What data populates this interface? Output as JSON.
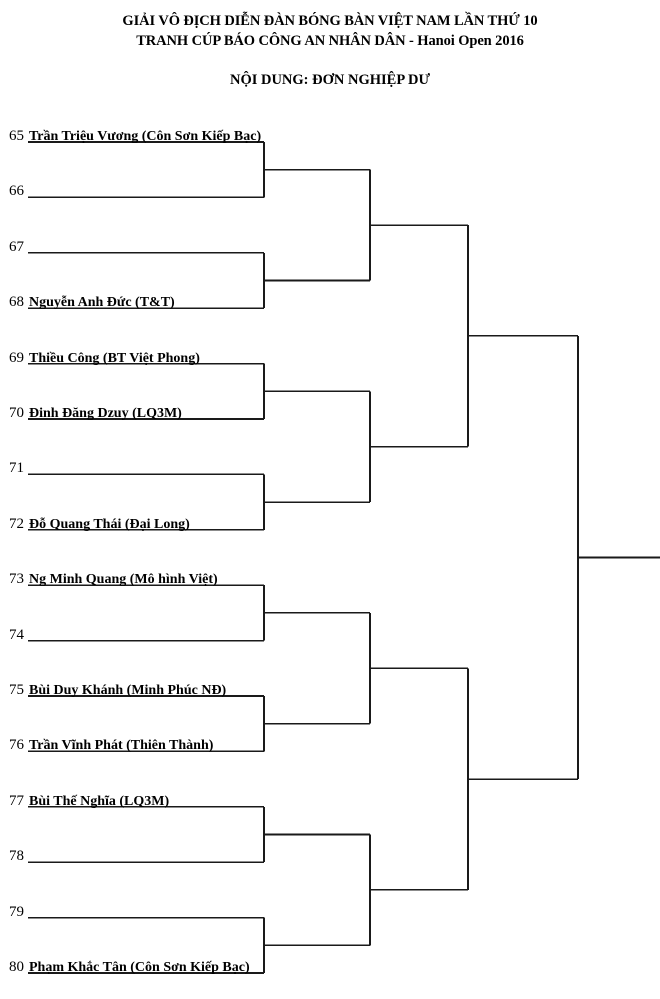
{
  "header": {
    "title_line_1": "GIẢI VÔ ĐỊCH DIỄN ĐÀN BÓNG BÀN VIỆT NAM LẦN THỨ 10",
    "title_line_2": "TRANH CÚP BÁO CÔNG AN NHÂN DÂN - Hanoi Open 2016",
    "subtitle": "NỘI DUNG: ĐƠN NGHIỆP DƯ"
  },
  "bracket": {
    "line_color": "#1a1a1a",
    "seeds": [
      {
        "number": "65",
        "name": "Trần Triệu Vương (Côn Sơn Kiếp Bạc)"
      },
      {
        "number": "66",
        "name": ""
      },
      {
        "number": "67",
        "name": ""
      },
      {
        "number": "68",
        "name": "Nguyễn Anh Đức (T&T)"
      },
      {
        "number": "69",
        "name": "Thiều Công (BT Việt Phong)"
      },
      {
        "number": "70",
        "name": "Đinh Đăng Dzuy (LQ3M)"
      },
      {
        "number": "71",
        "name": ""
      },
      {
        "number": "72",
        "name": "Đỗ Quang Thái (Đại Long)"
      },
      {
        "number": "73",
        "name": "Ng Minh Quang (Mô hình Việt)"
      },
      {
        "number": "74",
        "name": ""
      },
      {
        "number": "75",
        "name": "Bùi Duy Khánh (Minh Phúc NĐ)"
      },
      {
        "number": "76",
        "name": "Trần Vĩnh Phát (Thiên Thành)"
      },
      {
        "number": "77",
        "name": "Bùi Thế Nghĩa (LQ3M)"
      },
      {
        "number": "78",
        "name": ""
      },
      {
        "number": "79",
        "name": ""
      },
      {
        "number": "80",
        "name": "Phạm Khắc Tân (Côn Sơn Kiếp Bạc)"
      }
    ],
    "round2_slots": [
      "",
      "",
      "",
      "",
      "",
      "",
      "",
      ""
    ],
    "round3_slots": [
      "",
      "",
      "",
      ""
    ],
    "round4_slots": [
      "",
      ""
    ],
    "round5_slots": [
      ""
    ]
  }
}
